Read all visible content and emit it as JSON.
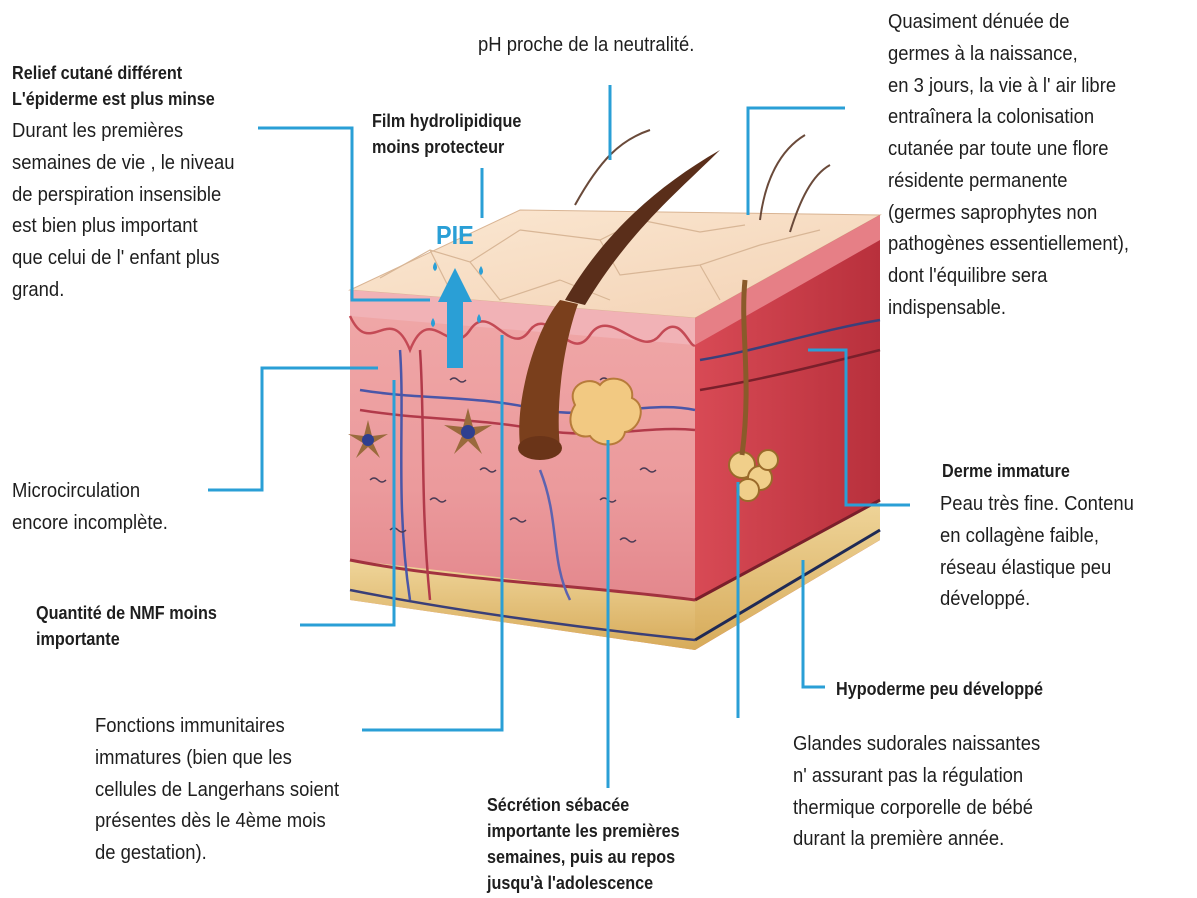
{
  "colors": {
    "leader": "#2a9fd6",
    "epidermis": "#f7dcc2",
    "dermis": "#e98a8e",
    "dermis_dark": "#c9434b",
    "hypodermis": "#e7c27a",
    "hair": "#5a2e1a",
    "arrow": "#2a9fd6"
  },
  "labels": {
    "ph": "pH proche de la neutralité.",
    "relief": {
      "title1": "Relief cutané différent",
      "title2": "L'épiderme est plus minse",
      "lines": [
        "Durant les premières",
        "semaines de vie , le niveau",
        "de perspiration insensible",
        "est bien plus important",
        "que celui de l' enfant plus",
        "grand."
      ]
    },
    "film": {
      "line1": "Film hydrolipidique",
      "line2": "moins protecteur"
    },
    "pie": "PIE",
    "germes": {
      "lines": [
        "Quasiment dénuée de",
        "germes à la naissance,",
        "en 3 jours, la vie à l' air libre",
        "entraînera la colonisation",
        "cutanée par toute une flore",
        "résidente permanente",
        "(germes saprophytes non",
        "pathogènes essentiellement),",
        "dont l'équilibre sera",
        "indispensable."
      ]
    },
    "micro": {
      "line1": "Microcirculation",
      "line2": "encore incomplète."
    },
    "derme": {
      "title": "Derme immature",
      "lines": [
        "Peau très fine. Contenu",
        "en collagène faible,",
        "réseau élastique peu",
        "développé."
      ]
    },
    "nmf": {
      "line1": "Quantité de NMF moins",
      "line2": "importante"
    },
    "hypo": "Hypoderme peu développé",
    "immun": {
      "lines": [
        "Fonctions immunitaires",
        "immatures (bien que les",
        "cellules de Langerhans soient",
        "présentes dès le 4ème mois",
        "de gestation)."
      ]
    },
    "sebacee": {
      "lines": [
        "Sécrétion sébacée",
        "importante les premières",
        "semaines, puis au repos",
        "jusqu'à l'adolescence"
      ]
    },
    "glandes": {
      "lines": [
        "Glandes sudorales naissantes",
        "n' assurant pas la régulation",
        "thermique corporelle de bébé",
        "durant la première année."
      ]
    }
  }
}
